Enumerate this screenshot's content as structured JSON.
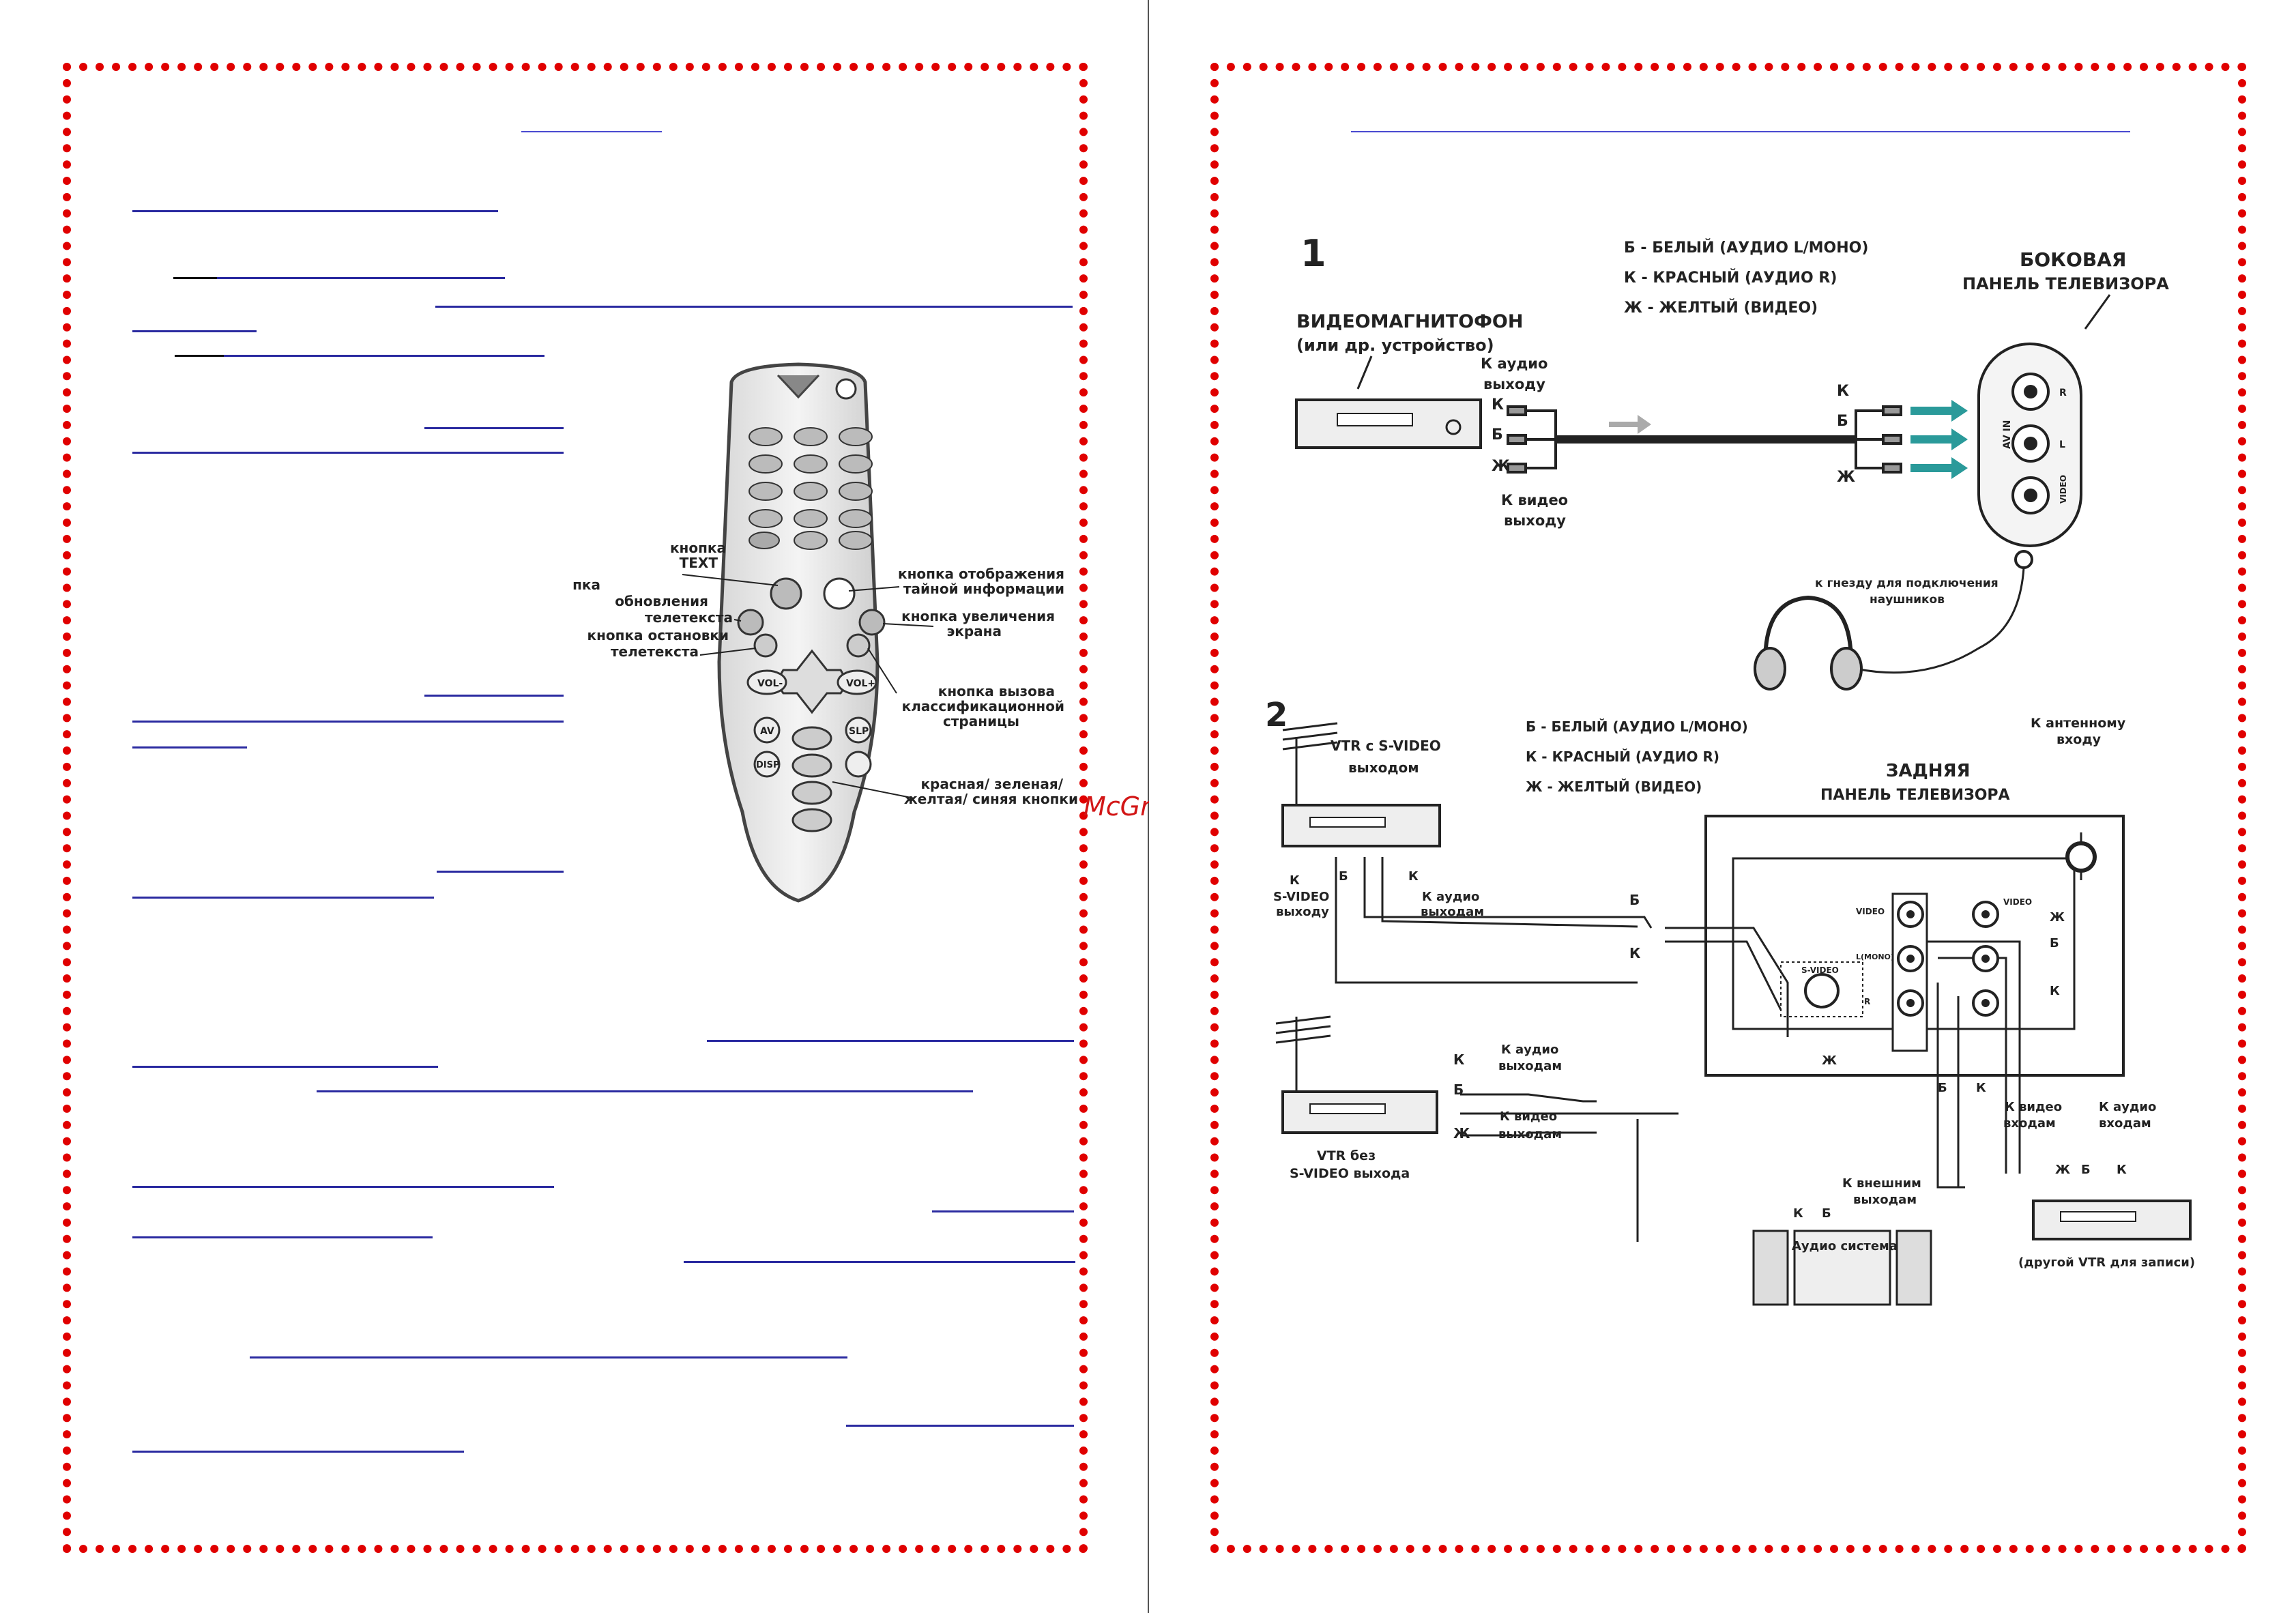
{
  "watermark": "McGrp.Ru",
  "remote_labels": {
    "text_btn": [
      "кнопка",
      "TEXT"
    ],
    "reveal_btn": [
      "кнопка отображения",
      "тайной информации"
    ],
    "update_btn": [
      "кнопка",
      "обновления",
      "телетекста"
    ],
    "zoom_btn": [
      "кнопка увеличения",
      "экрана"
    ],
    "hold_btn": [
      "кнопка остановки",
      "телетекста"
    ],
    "index_btn": [
      "кнопка вызова",
      "классификационной",
      "страницы"
    ],
    "color_btns": [
      "красная/ зеленая/",
      "желтая/ синяя кнопки"
    ]
  },
  "remote_keys": {
    "text": "TEXT",
    "vol_minus": "VOL-",
    "vol_plus": "VOL+",
    "av": "AV",
    "slp": "SLP",
    "disp": "DISP"
  },
  "diagram1": {
    "number": "1",
    "legend": [
      "Б - БЕЛЫЙ (АУДИО L/МОНО)",
      "К - КРАСНЫЙ (АУДИО R)",
      "Ж - ЖЕЛТЫЙ (ВИДЕО)"
    ],
    "vcr_title": "ВИДЕОМАГНИТОФОН",
    "vcr_subtitle": "(или др. устройство)",
    "audio_out": [
      "К аудио",
      "выходу"
    ],
    "video_out": [
      "К видео",
      "выходу"
    ],
    "plug_left": [
      "К",
      "Б",
      "Ж"
    ],
    "plug_right": [
      "К",
      "Б",
      "Ж"
    ],
    "side_panel_title": "БОКОВАЯ",
    "side_panel_subtitle": "ПАНЕЛЬ ТЕЛЕВИЗОРА",
    "panel_av": "AV IN",
    "panel_jacks": [
      "R",
      "L",
      "VIDEO"
    ],
    "headphones": [
      "к гнезду для подключения",
      "наушников"
    ]
  },
  "diagram2": {
    "number": "2",
    "legend": [
      "Б - БЕЛЫЙ (АУДИО L/МОНО)",
      "К - КРАСНЫЙ (АУДИО R)",
      "Ж - ЖЕЛТЫЙ (ВИДЕО)"
    ],
    "vtr_svideo": [
      "VTR с S-VIDEO",
      "выходом"
    ],
    "svideo_out": [
      "К",
      "S-VIDEO",
      "выходу"
    ],
    "audio_outs": [
      "К аудио",
      "выходам"
    ],
    "vtr_plain": [
      "VTR без",
      "S-VIDEO выхода"
    ],
    "video_outs": [
      "К видео",
      "выходам"
    ],
    "antenna_in": [
      "К антенному",
      "входу"
    ],
    "rear_panel_title": "ЗАДНЯЯ",
    "rear_panel_subtitle": "ПАНЕЛЬ ТЕЛЕВИЗОРА",
    "panel_svideo": "S-VIDEO",
    "panel_video": "VIDEO",
    "panel_l": "L(MONO)",
    "panel_r": "R",
    "ext_outs": [
      "К внешним",
      "выходам"
    ],
    "audio_system": "Аудио система",
    "video_in": [
      "К видео",
      "входам"
    ],
    "audio_in": [
      "К аудио",
      "входам"
    ],
    "other_vtr": "(другой VTR для записи)",
    "letters": {
      "zh": "Ж",
      "b": "Б",
      "k": "К"
    }
  }
}
